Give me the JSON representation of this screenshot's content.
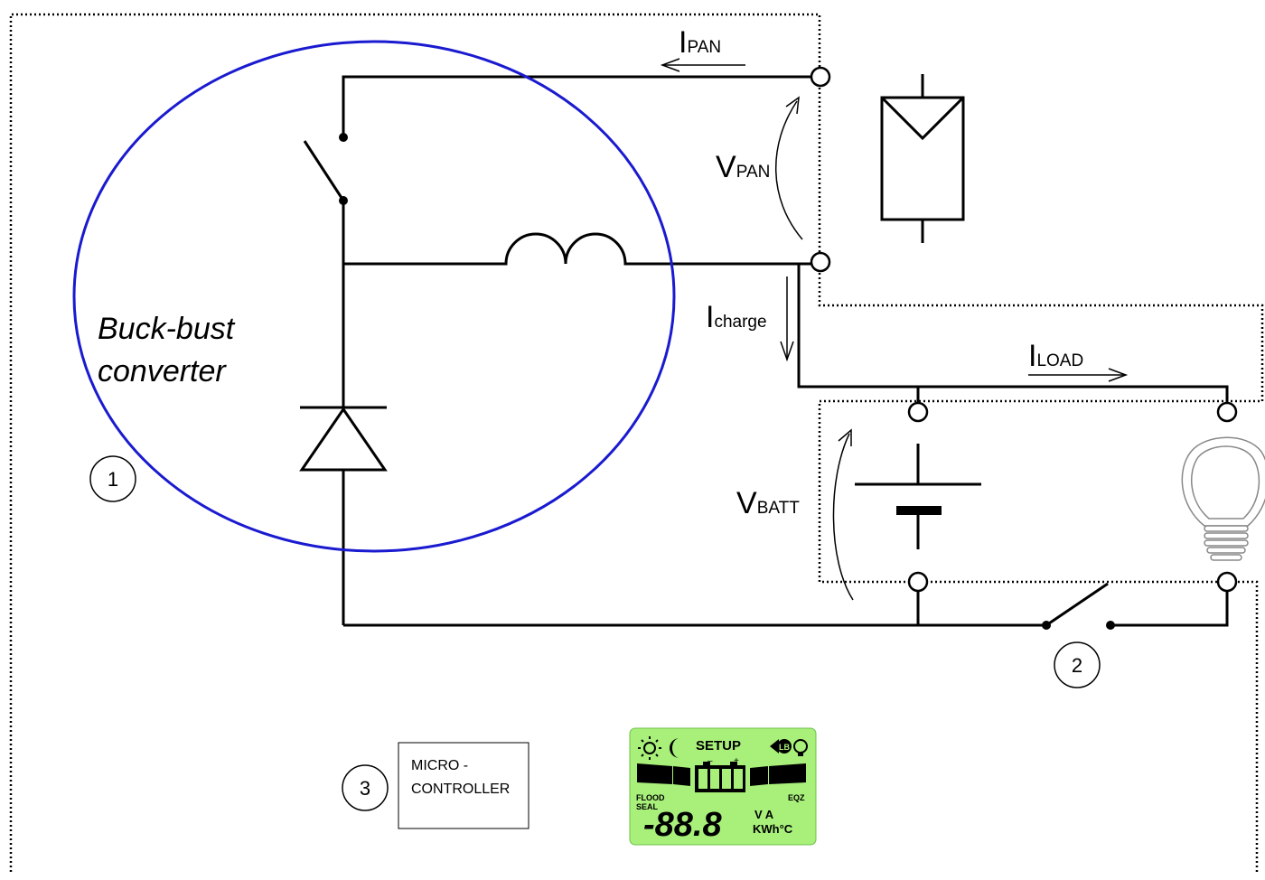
{
  "labels": {
    "i_pan_main": "I",
    "i_pan_sub": "PAN",
    "v_pan_main": "V",
    "v_pan_sub": "PAN",
    "i_charge_main": "I",
    "i_charge_sub": "charge",
    "i_load_main": "I",
    "i_load_sub": "LOAD",
    "v_batt_main": "V",
    "v_batt_sub": "BATT",
    "converter_line1": "Buck-bust",
    "converter_line2": "converter",
    "marker_1": "1",
    "marker_2": "2",
    "marker_3": "3",
    "micro_line1": "MICRO -",
    "micro_line2": "CONTROLLER"
  },
  "lcd": {
    "top": "SETUP",
    "left_small_1": "FLOOD",
    "left_small_2": "SEAL",
    "right_small": "EQZ",
    "digits": "-88.8",
    "units_top": "V A",
    "units_bottom": "KWh°C",
    "badge": "LB",
    "minus": "–",
    "plus": "+"
  },
  "colors": {
    "converter_ellipse": "#1a1ad0",
    "lcd_background": "#a8f07a"
  }
}
